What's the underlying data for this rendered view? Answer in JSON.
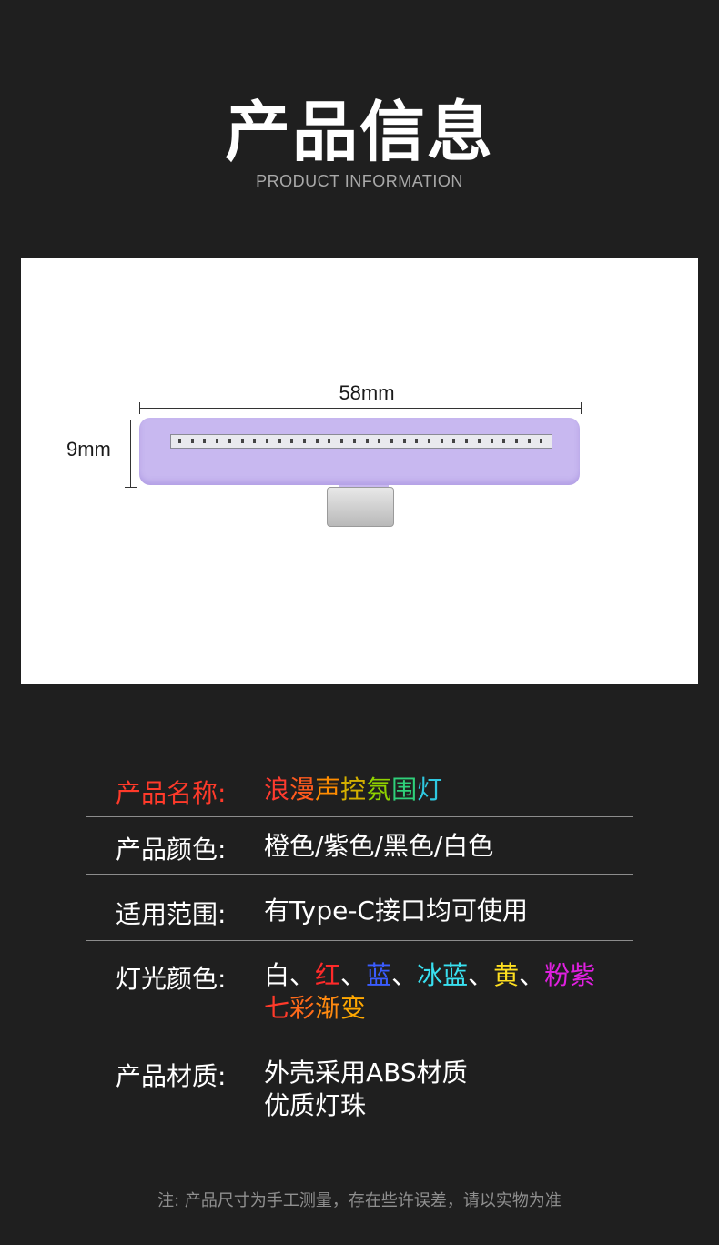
{
  "header": {
    "title": "产品信息",
    "subtitle": "PRODUCT INFORMATION"
  },
  "diagram": {
    "width_label": "58mm",
    "height_label": "9mm",
    "bar_color": "#c8b8f0"
  },
  "specs": {
    "name_label": "产品名称:",
    "name_value_chars": [
      "浪",
      "漫",
      "声",
      "控",
      "氛",
      "围",
      "灯"
    ],
    "name_value_colors": [
      "#ff3b2f",
      "#ff5a1e",
      "#ff8c00",
      "#d4b000",
      "#8fd100",
      "#2fd07a",
      "#2fc8e0"
    ],
    "color_label": "产品颜色:",
    "color_value": "橙色/紫色/黑色/白色",
    "scope_label": "适用范围:",
    "scope_value": "有Type-C接口均可使用",
    "light_label": "灯光颜色:",
    "light_items": [
      {
        "text": "白",
        "color": "#ffffff"
      },
      {
        "text": "、",
        "color": "#ffffff"
      },
      {
        "text": "红",
        "color": "#ff2a2a"
      },
      {
        "text": "、",
        "color": "#ffffff"
      },
      {
        "text": "蓝",
        "color": "#3a5cff"
      },
      {
        "text": "、",
        "color": "#ffffff"
      },
      {
        "text": "冰蓝",
        "color": "#39e0f0"
      },
      {
        "text": "、",
        "color": "#ffffff"
      },
      {
        "text": "黄",
        "color": "#ffe020"
      },
      {
        "text": "、",
        "color": "#ffffff"
      },
      {
        "text": "粉紫",
        "color": "#e020e0"
      }
    ],
    "light_line2_chars": [
      "七",
      "彩",
      "渐",
      "变"
    ],
    "light_line2_colors": [
      "#ff3a2a",
      "#ff6a1a",
      "#ff8a10",
      "#ffa800"
    ],
    "material_label": "产品材质:",
    "material_line1": "外壳采用ABS材质",
    "material_line2": "优质灯珠"
  },
  "footnote": "注: 产品尺寸为手工测量，存在些许误差，请以实物为准",
  "label_color": "#ff3a2a"
}
